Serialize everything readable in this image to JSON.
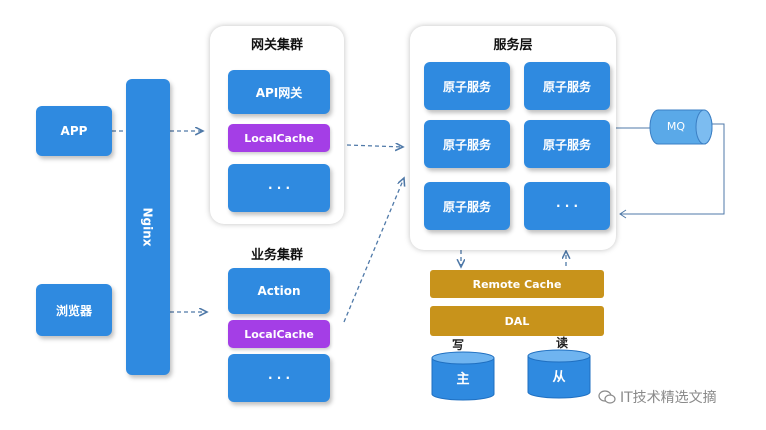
{
  "left": {
    "app": "APP",
    "browser": "浏览器",
    "nginx": "Nginx"
  },
  "gateway": {
    "title": "网关集群",
    "api": "API网关",
    "cache": "LocalCache",
    "more": "· · ·"
  },
  "business": {
    "title": "业务集群",
    "action": "Action",
    "cache": "LocalCache",
    "more": "· · ·"
  },
  "service": {
    "title": "服务层",
    "atoms": [
      "原子服务",
      "原子服务",
      "原子服务",
      "原子服务",
      "原子服务"
    ],
    "more": "· · ·"
  },
  "mq": "MQ",
  "remote_cache": "Remote Cache",
  "dal": "DAL",
  "db": {
    "write_label": "写",
    "read_label": "读",
    "master": "主",
    "slave": "从"
  },
  "watermark": "IT技术精选文摘",
  "colors": {
    "blue": "#2f8ae0",
    "purple": "#a43ee6",
    "gold": "#c8931b",
    "mq": "#5aa9e8"
  }
}
